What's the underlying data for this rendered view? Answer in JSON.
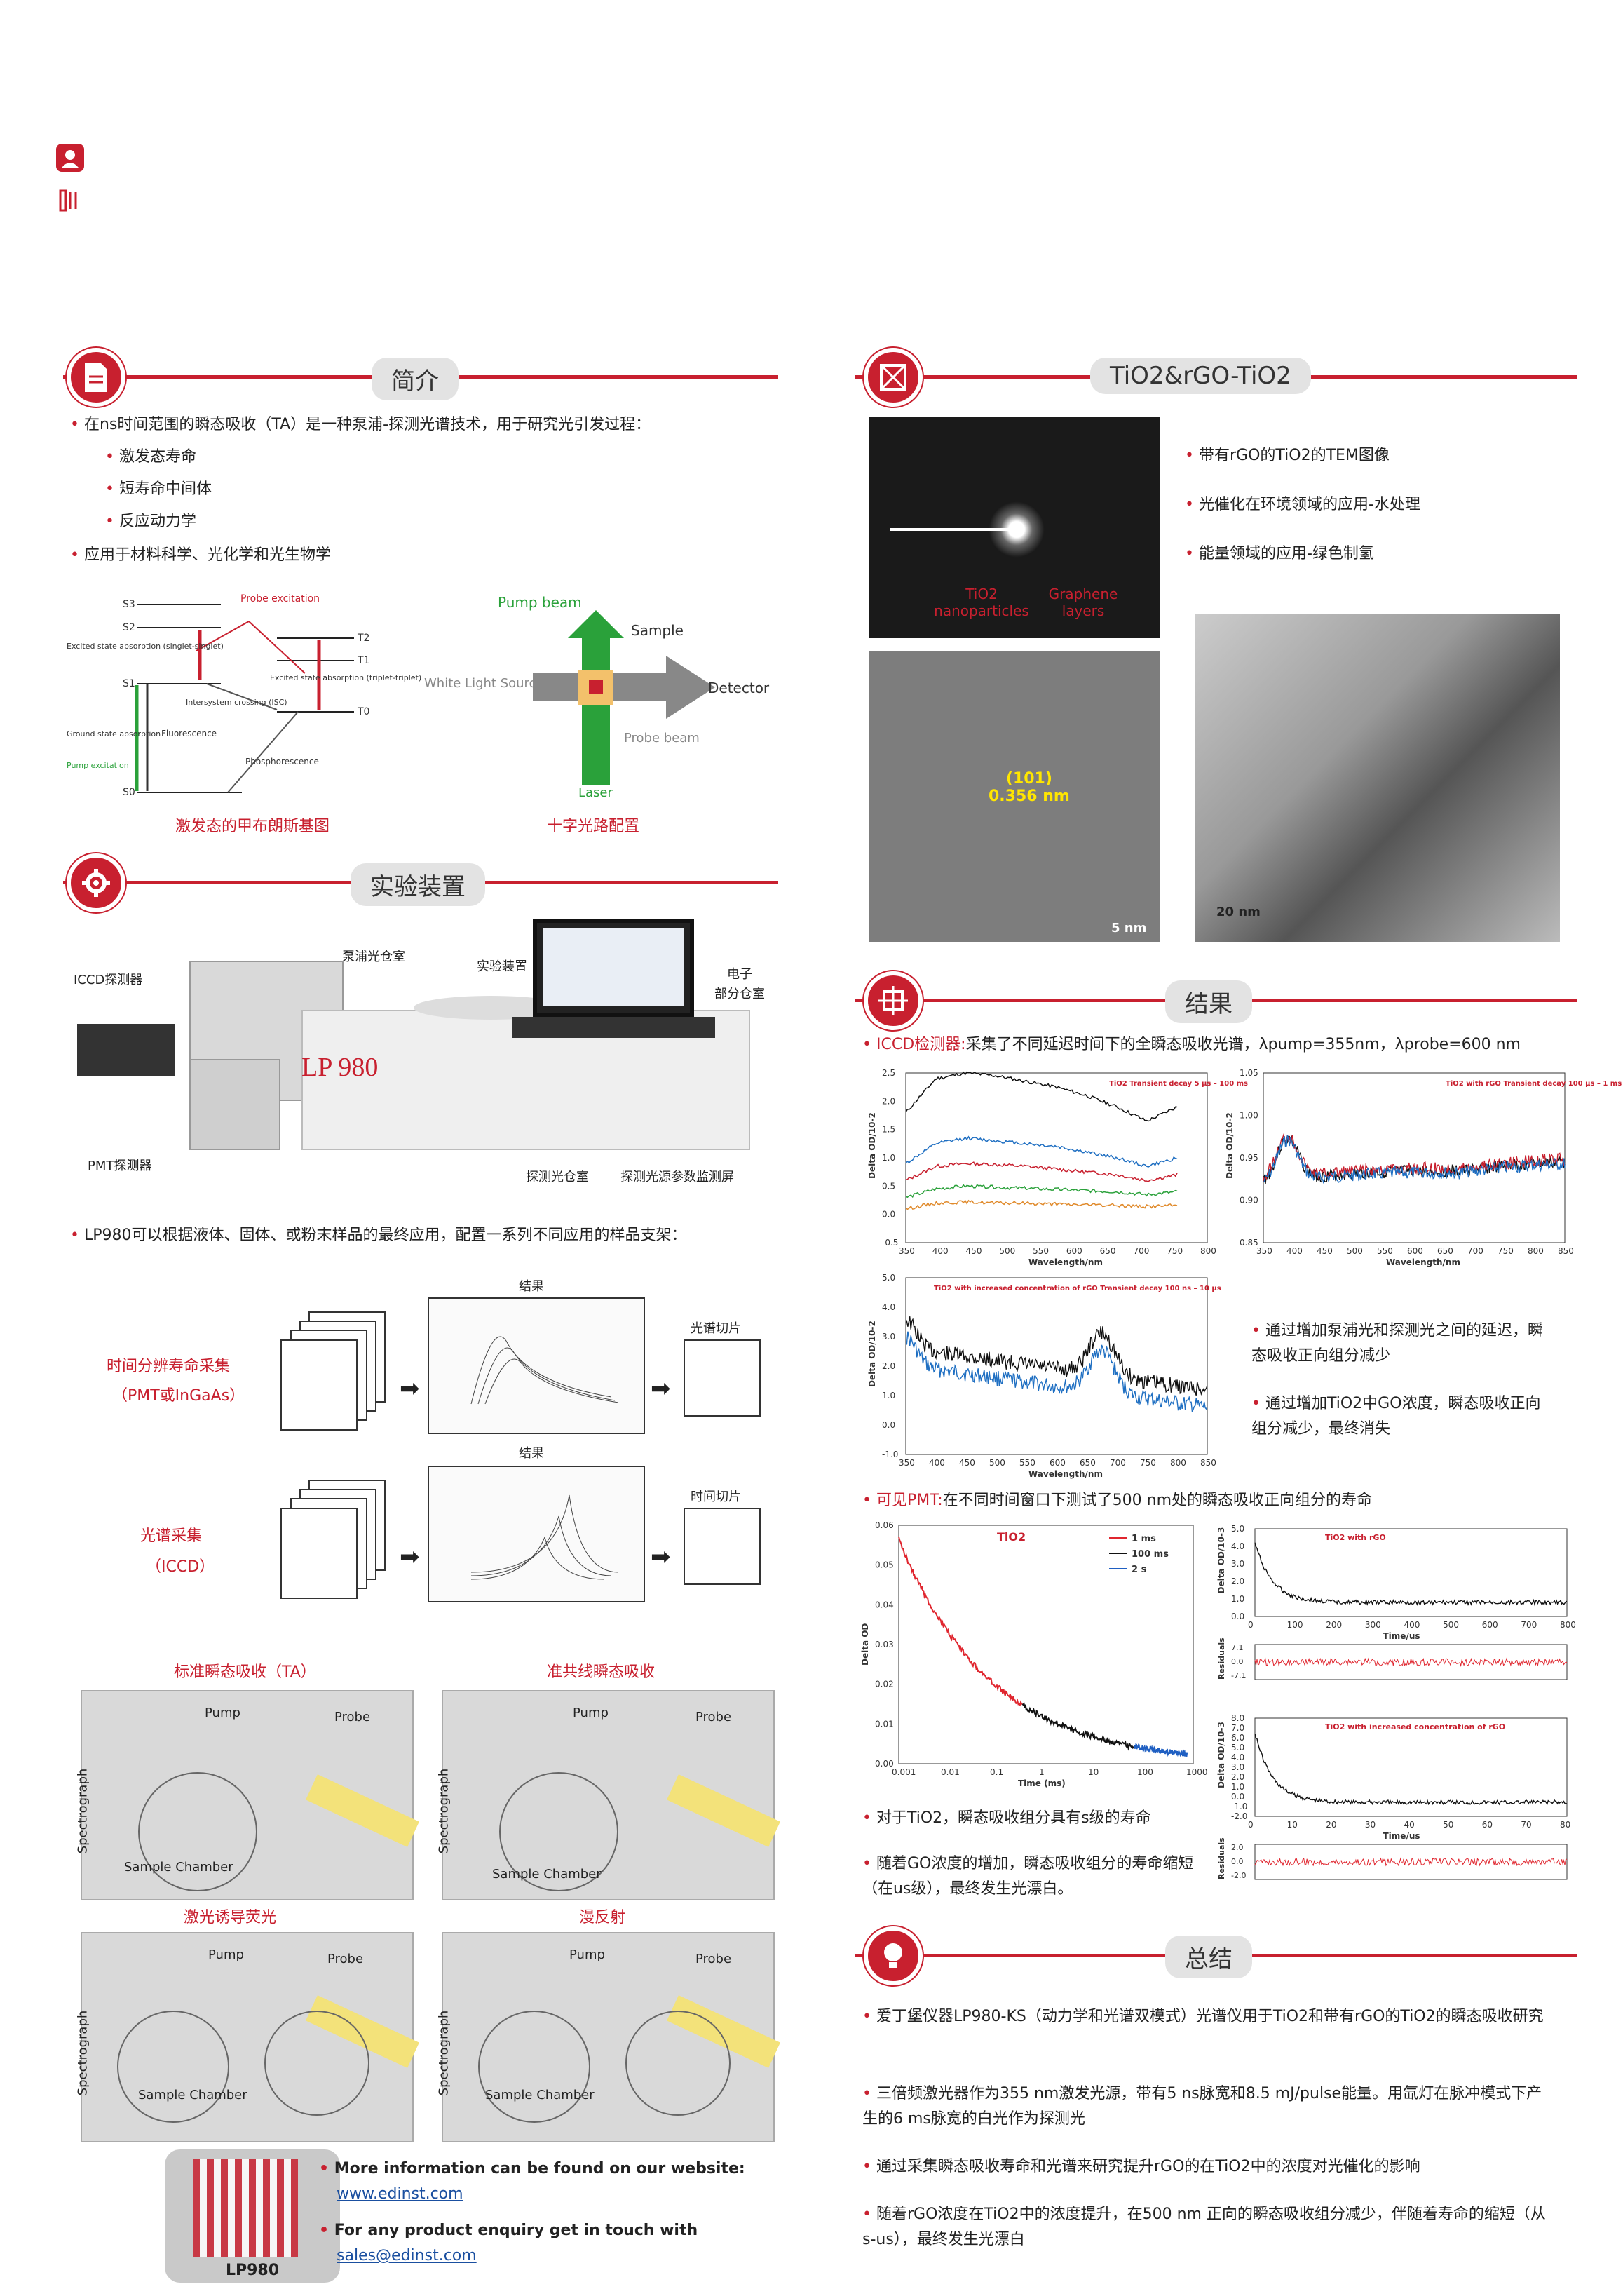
{
  "header": {
    "icon1": "user-icon",
    "icon2": "book-icon"
  },
  "intro": {
    "title": "简介",
    "b1": "在ns时间范围的瞬态吸收（TA）是一种泵浦-探测光谱技术，用于研究光引发过程：",
    "sub": [
      "激发态寿命",
      "短寿命中间体",
      "反应动力学"
    ],
    "b2": "应用于材料科学、光化学和光生物学",
    "jablonski": {
      "levels": [
        "S3",
        "S2",
        "S1",
        "S0",
        "T2",
        "T1",
        "T0"
      ],
      "labels": [
        "Probe excitation",
        "Excited state absorption (singlet-singlet)",
        "Intersystem crossing (ISC)",
        "Excited state absorption (triplet-triplet)",
        "Ground state absorption",
        "Fluorescence",
        "Phosphorescence",
        "Pump excitation"
      ],
      "caption": "激发态的甲布朗斯基图"
    },
    "cross": {
      "labels": [
        "Pump beam",
        "Sample",
        "White Light Source",
        "Detector",
        "Probe beam",
        "Laser"
      ],
      "caption": "十字光路配置"
    }
  },
  "setup": {
    "title": "实验装置",
    "labels": {
      "iccd": "ICCD探测器",
      "pump_chamber": "泵浦光仓室",
      "setup": "实验装置",
      "electronics": "电子\n部分仓室",
      "pmt": "PMT探测器",
      "probe_chamber": "探测光仓室",
      "monitor": "探测光源参数监测屏",
      "model": "LP 980"
    },
    "desc": "LP980可以根据液体、固体、或粉末样品的最终应用，配置一系列不同应用的样品支架：",
    "mode1": {
      "title": "时间分辨寿命采集",
      "sub": "（PMT或InGaAs）",
      "result": "结果",
      "slice": "光谱切片"
    },
    "mode2": {
      "title": "光谱采集",
      "sub": "（ICCD）",
      "result": "结果",
      "slice": "时间切片"
    },
    "configs": [
      {
        "title": "标准瞬态吸收（TA）"
      },
      {
        "title": "准共线瞬态吸收"
      },
      {
        "title": "激光诱导荧光"
      },
      {
        "title": "漫反射"
      }
    ],
    "config_labels": {
      "pump": "Pump",
      "probe": "Probe",
      "chamber": "Sample Chamber",
      "spectro": "Spectrograph"
    }
  },
  "materials": {
    "title": "TiO2&rGO-TiO2",
    "labels": [
      "TiO2 nanoparticles",
      "Graphene layers",
      "(101)",
      "0.356 nm",
      "5 nm",
      "20 nm"
    ],
    "bullets": [
      "带有rGO的TiO2的TEM图像",
      "光催化在环境领域的应用-水处理",
      "能量领域的应用-绿色制氢"
    ]
  },
  "results": {
    "title": "结果",
    "iccd_label": "ICCD检测器:",
    "iccd_text": "采集了不同延迟时间下的全瞬态吸收光谱，λpump=355nm，λprobe=600 nm",
    "iccd_bullets": [
      "通过增加泵浦光和探测光之间的延迟，瞬态吸收正向组分减少",
      "通过增加TiO2中GO浓度，瞬态吸收正向组分减少，最终消失"
    ],
    "pmt_label": "可见PMT:",
    "pmt_text": "在不同时间窗口下测试了500 nm处的瞬态吸收正向组分的寿命",
    "pmt_bullets": [
      "对于TiO2，瞬态吸收组分具有s级的寿命",
      "随着GO浓度的增加，瞬态吸收组分的寿命缩短（在us级），最终发生光漂白。"
    ]
  },
  "summary": {
    "title": "总结",
    "bullets": [
      "爱丁堡仪器LP980-KS（动力学和光谱双模式）光谱仪用于TiO2和带有rGO的TiO2的瞬态吸收研究",
      "三倍频激光器作为355 nm激发光源，带有5 ns脉宽和8.5 mJ/pulse能量。用氙灯在脉冲模式下产生的6 ms脉宽的白光作为探测光",
      "通过采集瞬态吸收寿命和光谱来研究提升rGO的在TiO2中的浓度对光催化的影响",
      "随着rGO浓度在TiO2中的浓度提升，在500 nm 正向的瞬态吸收组分减少，伴随着寿命的缩短（从s-us），最终发生光漂白"
    ]
  },
  "footer": {
    "qr_label": "LP980",
    "info1": "More information can be found on our website:",
    "link1": "www.edinst.com",
    "info2": "For any product enquiry get in touch with",
    "link2": "sales@edinst.com"
  },
  "chart_data": [
    {
      "type": "line",
      "title": "",
      "annot": "TiO2 Transient decay 5 μs – 100 ms",
      "xlabel": "Wavelength/nm",
      "ylabel": "Delta OD/10-2",
      "xlim": [
        350,
        850
      ],
      "ylim": [
        -0.5,
        2.5
      ],
      "x": [
        350,
        400,
        450,
        500,
        550,
        600,
        650,
        700,
        750,
        800
      ],
      "series": [
        {
          "values": [
            1.8,
            2.4,
            2.5,
            2.45,
            2.35,
            2.25,
            2.1,
            1.9,
            1.65,
            1.9
          ]
        },
        {
          "values": [
            0.9,
            1.25,
            1.35,
            1.3,
            1.25,
            1.2,
            1.1,
            1.0,
            0.85,
            1.0
          ]
        },
        {
          "values": [
            0.6,
            0.85,
            0.9,
            0.88,
            0.85,
            0.8,
            0.75,
            0.7,
            0.6,
            0.7
          ]
        },
        {
          "values": [
            0.3,
            0.45,
            0.5,
            0.48,
            0.46,
            0.44,
            0.42,
            0.4,
            0.35,
            0.4
          ]
        },
        {
          "values": [
            0.1,
            0.2,
            0.22,
            0.2,
            0.2,
            0.18,
            0.17,
            0.16,
            0.14,
            0.16
          ]
        }
      ],
      "xticks": [
        "350",
        "400",
        "450",
        "500",
        "550",
        "600",
        "650",
        "700",
        "750",
        "800"
      ],
      "yticks": [
        "-0.5",
        "0.0",
        "0.5",
        "1.0",
        "1.5",
        "2.0",
        "2.5"
      ]
    },
    {
      "type": "line",
      "annot": "TiO2 with rGO Transient decay 100 μs – 1 ms",
      "xlabel": "Wavelength/nm",
      "ylabel": "Delta OD/10-2",
      "xticks": [
        "350",
        "400",
        "450",
        "500",
        "550",
        "600",
        "650",
        "700",
        "750",
        "800",
        "850"
      ],
      "yticks": [
        "0.85",
        "0.90",
        "0.95",
        "1.00",
        "1.05"
      ]
    },
    {
      "type": "line",
      "annot": "TiO2 with increased concentration of rGO Transient decay 100 ns – 10 μs",
      "xlabel": "Wavelength/nm",
      "ylabel": "Delta OD/10-2",
      "xticks": [
        "350",
        "400",
        "450",
        "500",
        "550",
        "600",
        "650",
        "700",
        "750",
        "800",
        "850"
      ],
      "yticks": [
        "-1.0",
        "0.0",
        "1.0",
        "2.0",
        "3.0",
        "4.0",
        "5.0"
      ]
    },
    {
      "type": "line",
      "title": "TiO2",
      "xlabel": "Time (ms)",
      "ylabel": "Delta OD",
      "series": [
        {
          "name": "1 ms"
        },
        {
          "name": "100 ms"
        },
        {
          "name": "2 s"
        }
      ],
      "xticks": [
        "0.001",
        "0.01",
        "0.1",
        "1",
        "10",
        "100",
        "1000"
      ],
      "yticks": [
        "0.00",
        "0.01",
        "0.02",
        "0.03",
        "0.04",
        "0.05",
        "0.06"
      ]
    },
    {
      "type": "line",
      "title": "TiO2 with rGO",
      "xlabel": "Time/us",
      "ylabel": "Delta OD/10-3",
      "reslabel": "Residuals",
      "xticks": [
        "0",
        "100",
        "200",
        "300",
        "400",
        "500",
        "600",
        "700",
        "800"
      ],
      "yticks": [
        "0.0",
        "1.0",
        "2.0",
        "3.0",
        "4.0",
        "5.0"
      ],
      "resticks": [
        "7.1",
        "0.0",
        "-7.1"
      ]
    },
    {
      "type": "line",
      "title": "TiO2 with increased concentration of rGO",
      "xlabel": "Time/us",
      "ylabel": "Delta OD/10-3",
      "reslabel": "Residuals",
      "xticks": [
        "0",
        "10",
        "20",
        "30",
        "40",
        "50",
        "60",
        "70",
        "80"
      ],
      "yticks": [
        "-2.0",
        "-1.0",
        "0.0",
        "1.0",
        "2.0",
        "3.0",
        "4.0",
        "5.0",
        "6.0",
        "7.0",
        "8.0"
      ],
      "resticks": [
        "2.0",
        "0.0",
        "-2.0"
      ]
    }
  ]
}
